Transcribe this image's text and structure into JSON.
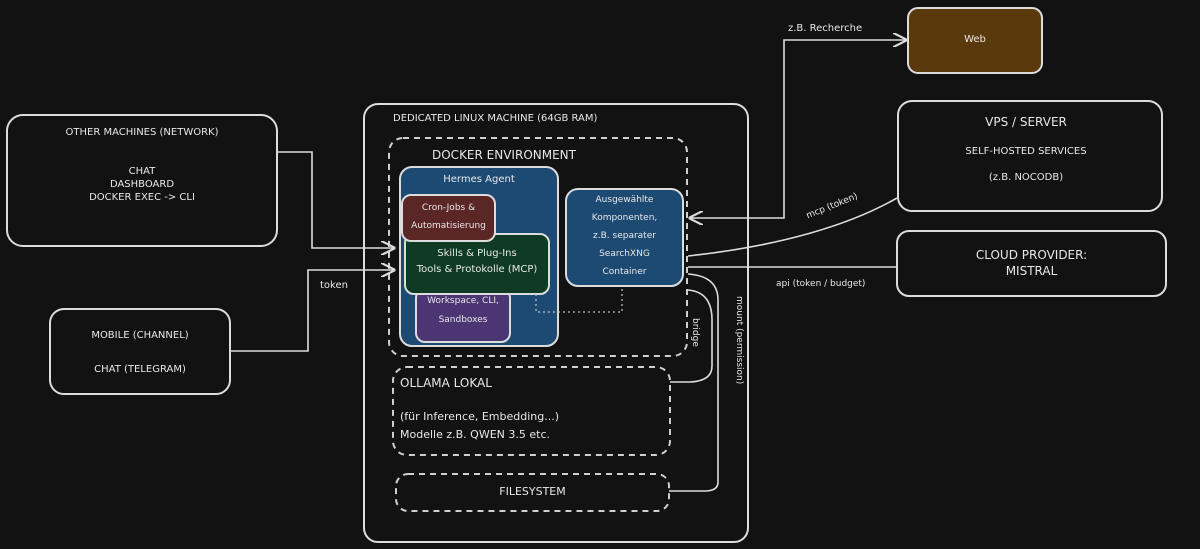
{
  "colors": {
    "background": "#121212",
    "stroke": "#dcdcdc",
    "web_fill": "#5a3a0c",
    "hermes_fill": "#1c4a72",
    "cron_fill": "#5a2626",
    "skills_fill": "#0f3a24",
    "workspace_fill": "#4b3572",
    "components_fill": "#1c4a72"
  },
  "other_machines": {
    "title": "OTHER MACHINES (NETWORK)",
    "line1": "CHAT",
    "line2": "DASHBOARD",
    "line3": "DOCKER EXEC -> CLI"
  },
  "mobile": {
    "title": "MOBILE (CHANNEL)",
    "line1": "CHAT (TELEGRAM)"
  },
  "linux": {
    "title": "DEDICATED LINUX MACHINE (64GB RAM)",
    "docker": {
      "title": "DOCKER ENVIRONMENT",
      "hermes": {
        "title": "Hermes Agent",
        "cron_line1": "Cron-Jobs &",
        "cron_line2": "Automatisierung",
        "skills_line1": "Skills & Plug-Ins",
        "skills_line2": "Tools & Protokolle (MCP)",
        "workspace_line1": "Workspace, CLI,",
        "workspace_line2": "Sandboxes"
      },
      "components": {
        "line1": "Ausgewählte",
        "line2": "Komponenten,",
        "line3": "z.B. separater",
        "line4": "SearchXNG",
        "line5": "Container"
      }
    },
    "ollama": {
      "title": "OLLAMA LOKAL",
      "line1": "(für Inference, Embedding...)",
      "line2": "Modelle z.B. QWEN 3.5 etc."
    },
    "filesystem": "FILESYSTEM"
  },
  "web": {
    "label": "Web"
  },
  "vps": {
    "title": "VPS / SERVER",
    "line1": "SELF-HOSTED SERVICES",
    "line2": "(z.B. NOCODB)"
  },
  "cloud": {
    "title_line1": "CLOUD PROVIDER:",
    "title_line2": "MISTRAL"
  },
  "connectors": {
    "token": "token",
    "recherche": "z.B. Recherche",
    "mcp": "mcp (token)",
    "api": "api (token / budget)",
    "bridge": "bridge",
    "mount": "mount (permission)"
  }
}
